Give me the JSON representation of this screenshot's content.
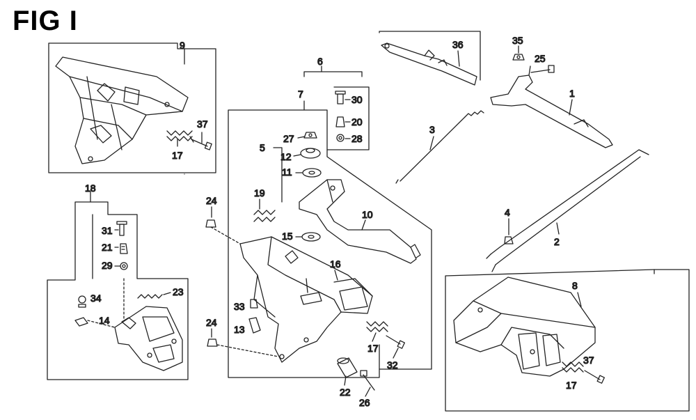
{
  "figure": {
    "title": "FIG I"
  },
  "callouts": {
    "n1": "1",
    "n2": "2",
    "n3": "3",
    "n4": "4",
    "n5": "5",
    "n6": "6",
    "n7": "7",
    "n8": "8",
    "n9": "9",
    "n10": "10",
    "n11": "11",
    "n12": "12",
    "n13": "13",
    "n14": "14",
    "n15": "15",
    "n16": "16",
    "n17": "17",
    "n18": "18",
    "n19": "19",
    "n20": "20",
    "n21": "21",
    "n22": "22",
    "n23": "23",
    "n24": "24",
    "n25": "25",
    "n26": "26",
    "n27": "27",
    "n28": "28",
    "n29": "29",
    "n30": "30",
    "n31": "31",
    "n32": "32",
    "n33": "33",
    "n34": "34",
    "n35": "35",
    "n36": "36",
    "n37": "37"
  }
}
